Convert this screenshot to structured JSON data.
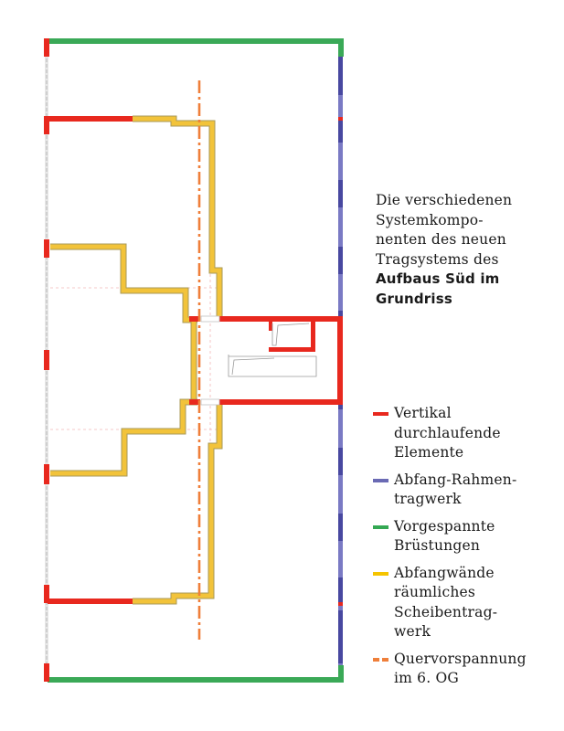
{
  "caption": {
    "lines": [
      "Die verschiedenen",
      "Systemkompo-",
      "nenten des neuen",
      "Tragsystems des"
    ],
    "bold_lines": [
      "Aufbaus Süd im",
      "Grundriss"
    ]
  },
  "legend": {
    "items": [
      {
        "label_lines": [
          "Vertikal",
          "durchlaufende",
          "Elemente"
        ],
        "color": "#e8281e",
        "style": "solid",
        "key": "vertical-elements"
      },
      {
        "label_lines": [
          "Abfang-Rahmen-",
          "tragwerk"
        ],
        "color": "#6a6ab4",
        "style": "solid",
        "key": "frame-structure"
      },
      {
        "label_lines": [
          "Vorgespannte",
          "Brüstungen"
        ],
        "color": "#34a853",
        "style": "solid",
        "key": "prestressed-parapets"
      },
      {
        "label_lines": [
          "Abfangwände",
          "räumliches",
          "Scheibentrag-",
          "werk"
        ],
        "color": "#f5c400",
        "style": "solid",
        "key": "transfer-walls"
      },
      {
        "label_lines": [
          "Quervorspannung",
          "im 6. OG"
        ],
        "color": "#ef7f3a",
        "style": "dashed",
        "key": "transverse-prestressing"
      }
    ]
  },
  "colors": {
    "red": "#e8281e",
    "blue": "#6a6ab4",
    "blue_dark": "#4848a0",
    "green": "#3aa957",
    "yellow": "#f2c33a",
    "yellow_outline": "#a89a5a",
    "orange": "#ef7f3a",
    "grey": "#cfcfcf"
  }
}
